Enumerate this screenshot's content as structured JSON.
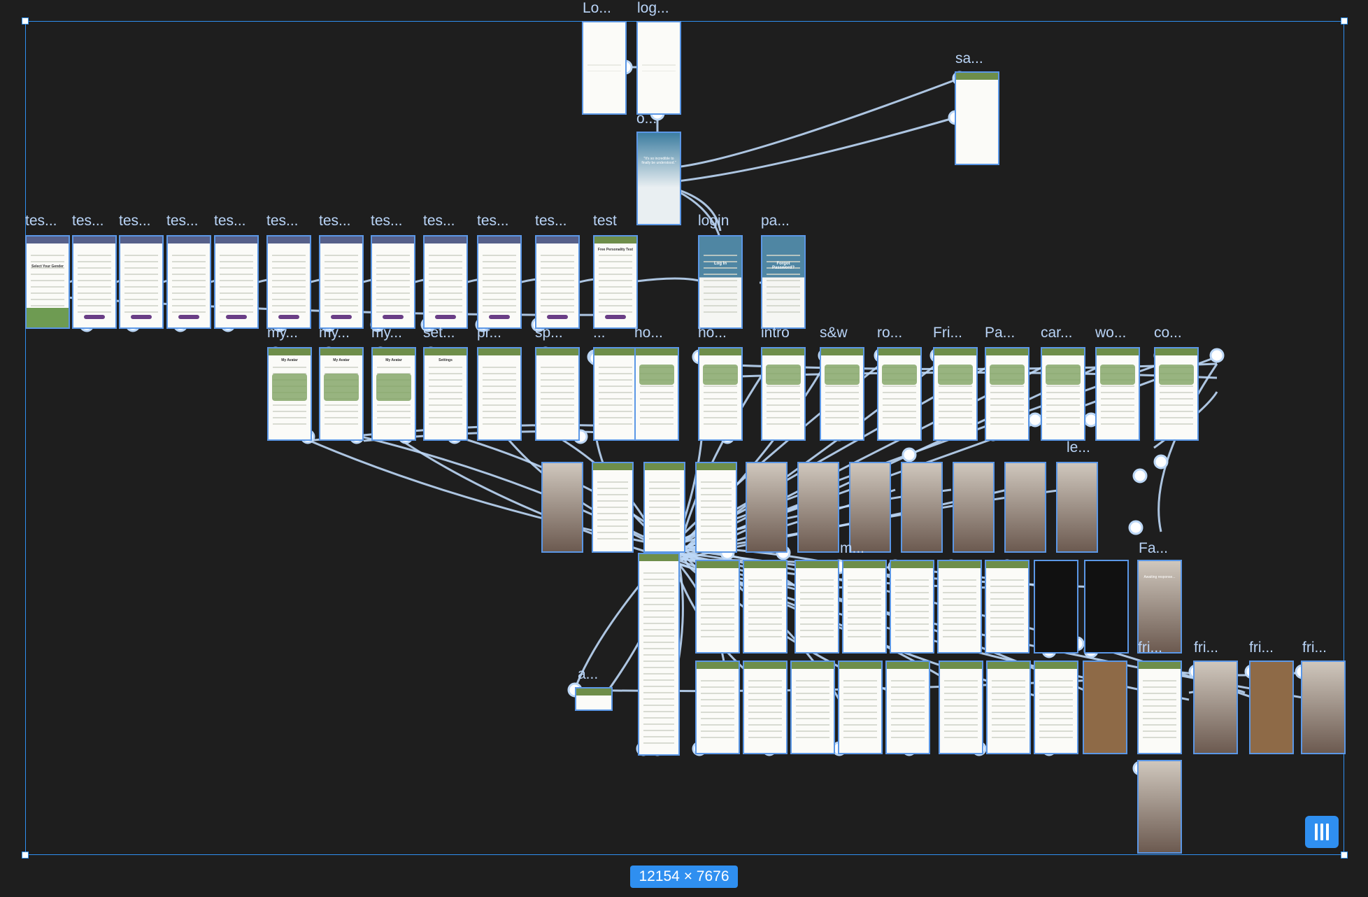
{
  "selection": {
    "dimensions": "12154 × 7676"
  },
  "panel_toggle": {
    "icon": "panel-columns-icon"
  },
  "frame_labels": {
    "row0": [
      "Lo...",
      "log...",
      "sa..."
    ],
    "row0b": [
      "o..."
    ],
    "row1": [
      "tes...",
      "tes...",
      "tes...",
      "tes...",
      "tes...",
      "tes...",
      "tes...",
      "tes...",
      "tes...",
      "tes...",
      "tes...",
      "test",
      "login",
      "pa..."
    ],
    "row2": [
      "my...",
      "my...",
      "my...",
      "set...",
      "pr...",
      "sp...",
      "...",
      "ho...",
      "ho...",
      "intro",
      "s&w",
      "ro...",
      "Fri...",
      "Pa...",
      "car...",
      "wo...",
      "co..."
    ],
    "row3": [
      "le..."
    ],
    "row4": [
      "m...",
      "Fa..."
    ],
    "row5": [
      "a...",
      "fri...",
      "fri...",
      "fri...",
      "fri..."
    ]
  },
  "frame_text": {
    "onboarding_quote": "\"It's so incredible to finally be understood.\"",
    "login_title": "Log In",
    "password_title": "Forgot Password?",
    "test_title": "Free Personality Test",
    "gender_title": "Select Your Gender",
    "avatar_title": "My Avatar",
    "settings_title": "Settings",
    "awaiting": "Awaiting response..."
  },
  "colors": {
    "canvas": "#1e1e1e",
    "selection": "#2f8ff0",
    "wire": "#bcd7f6",
    "frame_border": "#5b97e6"
  }
}
